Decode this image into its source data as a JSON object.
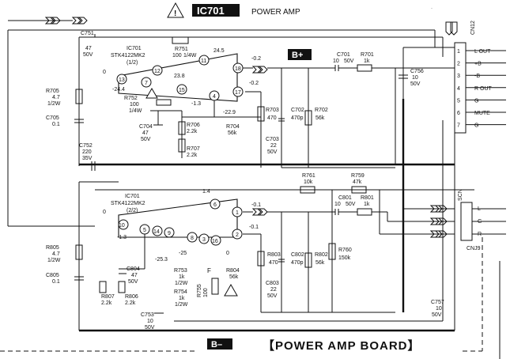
{
  "header": {
    "ic_badge": "IC701",
    "title": "POWER AMP",
    "warning_mark": "!"
  },
  "footer": {
    "board_label": "【POWER AMP BOARD】",
    "b_minus": "B–"
  },
  "supply": {
    "b_plus": "B+"
  },
  "ic_upper": {
    "line1": "IC701",
    "line2": "STK4122MK2",
    "line3": "(1/2)"
  },
  "ic_lower": {
    "line1": "IC701",
    "line2": "STK4122MK2",
    "line3": "(2/2)"
  },
  "connector_cn12": {
    "name": "CN12",
    "pins": [
      {
        "num": "1",
        "label": "L OUT"
      },
      {
        "num": "2",
        "label": "+B"
      },
      {
        "num": "3",
        "label": "-B"
      },
      {
        "num": "4",
        "label": "R OUT"
      },
      {
        "num": "5",
        "label": "G"
      },
      {
        "num": "6",
        "label": "MUTE"
      },
      {
        "num": "7",
        "label": "G"
      }
    ]
  },
  "connector_cnj9": {
    "name": "CNJ9",
    "side_label": "SCN",
    "pins": [
      "L",
      "G",
      "R"
    ]
  },
  "upper_pins": {
    "p13": "13",
    "p12": "12",
    "p11": "11",
    "p7": "7",
    "p15": "15",
    "p4": "4",
    "p17": "17",
    "p18": "18"
  },
  "lower_pins": {
    "p10": "10",
    "p5": "5",
    "p14": "14",
    "p9": "9",
    "p8": "8",
    "p3": "3",
    "p16": "16",
    "p6": "6",
    "p1": "1",
    "p2": "2"
  },
  "voltages": {
    "u_0a": "0",
    "u_m24_4": "-24.4",
    "u_23_8": "23.8",
    "u_24_5": "24.5",
    "u_m0_2a": "-0.2",
    "u_m0_2b": "-0.2",
    "u_m1_3": "-1.3",
    "u_m22_9": "-22.9",
    "l_0": "0",
    "l_m1_3": "-1.3",
    "l_m25_3": "-25.3",
    "l_m25": "-25",
    "l_0b": "0",
    "l_1_4": "1.4",
    "l_m0_1a": "-0.1",
    "l_m0_1b": "-0.1"
  },
  "components": {
    "c751": [
      "C751",
      "47",
      "50V"
    ],
    "r751": [
      "R751",
      "100",
      "1/4W"
    ],
    "r752": [
      "R752",
      "100",
      "1/4W"
    ],
    "r705": [
      "R705",
      "4.7",
      "1/2W"
    ],
    "c705": [
      "C705",
      "0.1"
    ],
    "c752": [
      "C752",
      "220",
      "35V"
    ],
    "c704": [
      "C704",
      "47",
      "50V"
    ],
    "r706": [
      "R706",
      "2.2k"
    ],
    "r707": [
      "R707",
      "2.2k"
    ],
    "r704": [
      "R704",
      "56k"
    ],
    "r703": [
      "R703",
      "470"
    ],
    "c702": [
      "C702",
      "470p"
    ],
    "r702": [
      "R702",
      "56k"
    ],
    "c703": [
      "C703",
      "22",
      "50V"
    ],
    "c701": [
      "C701",
      "10",
      "50V"
    ],
    "r701": [
      "R701",
      "1k"
    ],
    "c756": [
      "C756",
      "10",
      "50V"
    ],
    "r761": [
      "R761",
      "10k"
    ],
    "r759": [
      "R759",
      "47k"
    ],
    "c801": [
      "C801",
      "10",
      "50V"
    ],
    "r801": [
      "R801",
      "1k"
    ],
    "r805": [
      "R805",
      "4.7",
      "1/2W"
    ],
    "c805": [
      "C805",
      "0.1"
    ],
    "c804": [
      "C804",
      "47",
      "50V"
    ],
    "r807": [
      "R807",
      "2.2k"
    ],
    "r806": [
      "R806",
      "2.2k"
    ],
    "r753": [
      "R753",
      "1k",
      "1/2W"
    ],
    "r754": [
      "R754",
      "1k",
      "1/2W"
    ],
    "r755": [
      "R755",
      "100"
    ],
    "f": "F",
    "r804": [
      "R804",
      "56k"
    ],
    "r803": [
      "R803",
      "470"
    ],
    "c802": [
      "C802",
      "470p"
    ],
    "r802": [
      "R802",
      "56k"
    ],
    "r760": [
      "R760",
      "150k"
    ],
    "c803": [
      "C803",
      "22",
      "50V"
    ],
    "c753": [
      "C753",
      "10",
      "50V"
    ],
    "c757": [
      "C757",
      "10",
      "50V"
    ]
  }
}
